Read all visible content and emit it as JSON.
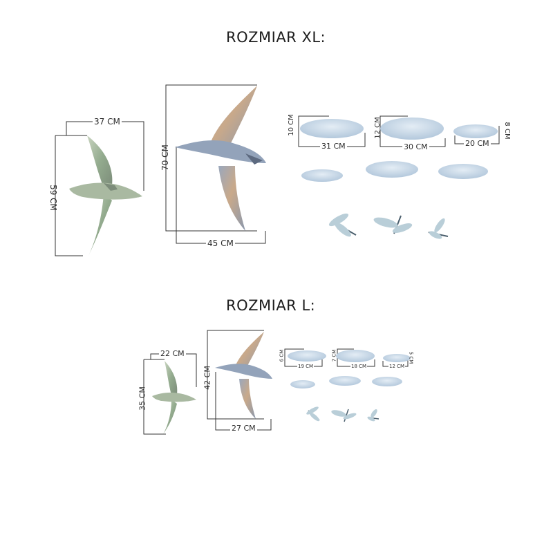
{
  "sections": {
    "xl": {
      "title": "ROZMIAR XL:",
      "green_width": "37 CM",
      "green_height": "59 CM",
      "blue_height": "70 CM",
      "blue_width": "45 CM",
      "cloud1_height": "10 CM",
      "cloud1_width": "31 CM",
      "cloud2_height": "12 CM",
      "cloud2_width": "30 CM",
      "cloud3_height": "8 CM",
      "cloud3_width": "20 CM"
    },
    "l": {
      "title": "ROZMIAR L:",
      "green_width": "22 CM",
      "green_height": "35 CM",
      "blue_height": "42 CM",
      "blue_width": "27 CM",
      "cloud1_height": "6 CM",
      "cloud1_width": "19 CM",
      "cloud2_height": "7 CM",
      "cloud2_width": "18 CM",
      "cloud3_height": "5 CM",
      "cloud3_width": "12 CM"
    }
  },
  "colors": {
    "green_pterosaur": "#9fb59a",
    "blue_pterosaur": "#8d9fb6",
    "tan_wing": "#c7a27e",
    "cloud": "#bdd1e3",
    "dragonfly": "#6f8a98",
    "guide_line": "#333333"
  }
}
